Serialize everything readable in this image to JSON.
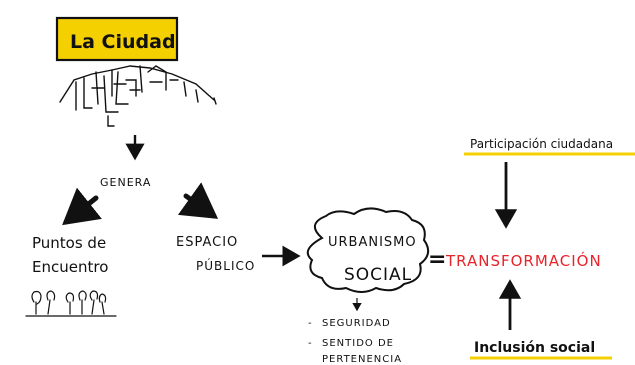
{
  "diagram": {
    "nodes": {
      "city": {
        "label": "La Ciudad"
      },
      "generates": {
        "label": "GENERA"
      },
      "meeting_points": {
        "line1": "Puntos de",
        "line2": "Encuentro"
      },
      "public_space": {
        "line1": "ESPACIO",
        "line2": "PÚBLICO"
      },
      "social_urbanism": {
        "line1": "URBANISMO",
        "line2": "SOCIAL"
      },
      "transformation": {
        "label": "TRANSFORMACIÓN"
      },
      "citizen_participation": {
        "label": "Participación ciudadana"
      },
      "social_inclusion": {
        "label": "Inclusión social"
      }
    },
    "bullets": [
      {
        "text": "SEGURIDAD"
      },
      {
        "text": "SENTIDO DE",
        "continuation": "PERTENENCIA"
      }
    ],
    "equals_sign": "=",
    "colors": {
      "highlight_yellow": "#f5d000",
      "transformation_red": "#e8232a",
      "ink": "#111111"
    },
    "icons": [
      "city-skyline-sketch",
      "people-sketch",
      "cloud-outline",
      "arrow-down",
      "arrow-right",
      "arrow-up"
    ]
  }
}
